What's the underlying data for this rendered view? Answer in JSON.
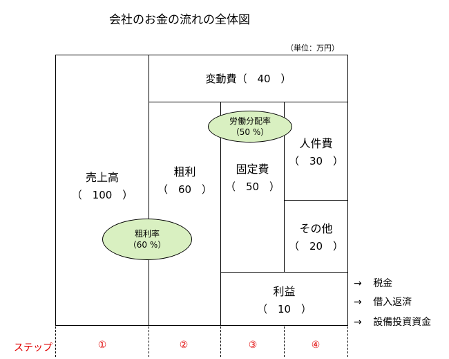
{
  "title": "会社のお金の流れの全体図",
  "unit_note": "（単位：万円）",
  "sales": {
    "label": "売上高",
    "value": "（　100　）"
  },
  "variable_cost": {
    "label": "変動費（　40　）"
  },
  "gross_profit": {
    "label": "粗利",
    "value": "（　60　）"
  },
  "gross_margin": {
    "label": "粗利率",
    "value": "（60 %）"
  },
  "fixed_cost": {
    "label": "固定費",
    "value": "（　50　）"
  },
  "labor_share": {
    "label": "労働分配率",
    "value": "（50 %）"
  },
  "personnel": {
    "label": "人件費",
    "value": "（　30　）"
  },
  "other": {
    "label": "その他",
    "value": "（　20　）"
  },
  "profit": {
    "label": "利益",
    "value": "（　10　）"
  },
  "profit_uses": [
    {
      "arrow": "→",
      "label": "税金"
    },
    {
      "arrow": "→",
      "label": "借入返済"
    },
    {
      "arrow": "→",
      "label": "設備投資資金"
    }
  ],
  "steps": {
    "label": "ステップ",
    "items": [
      "①",
      "②",
      "③",
      "④"
    ]
  },
  "colors": {
    "ellipse_fill": "#d9f0c1",
    "step_text": "#e00000"
  }
}
